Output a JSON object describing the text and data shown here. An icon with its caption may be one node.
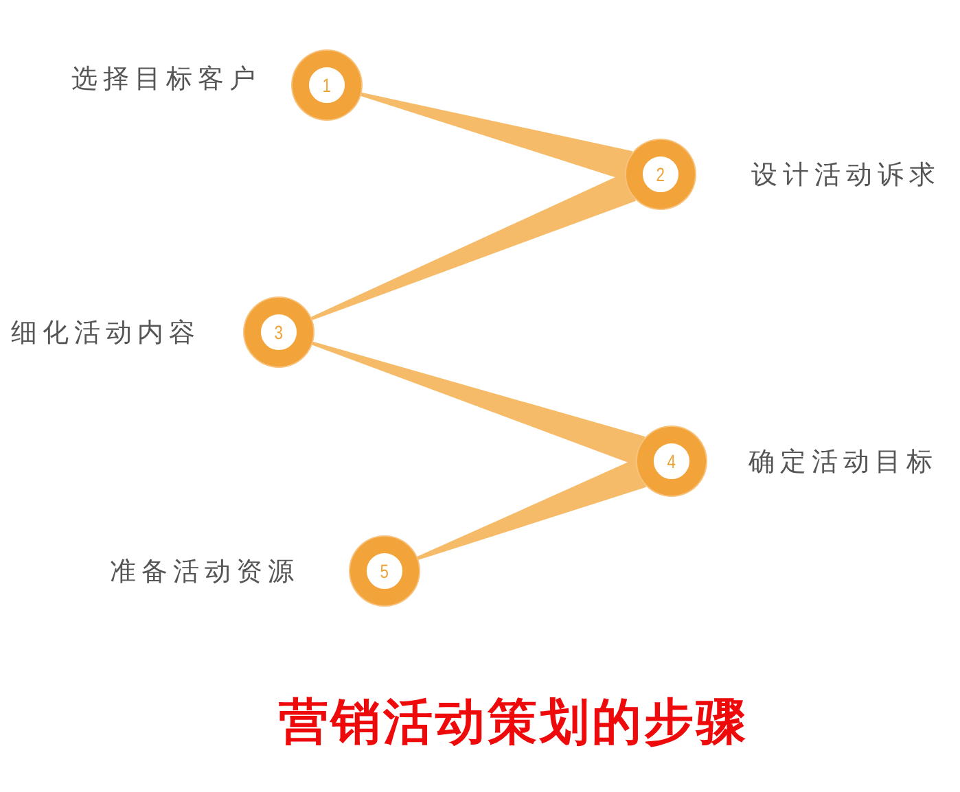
{
  "diagram": {
    "title": "营销活动策划的步骤",
    "nodes": [
      {
        "text": [
          "1"
        ],
        "beside": [
          "选择目标客户"
        ]
      },
      {
        "text": [
          "2"
        ],
        "beside": [
          "设计活动诉求"
        ]
      },
      {
        "text": [
          "3"
        ],
        "beside": [
          "细化活动内容"
        ]
      },
      {
        "text": [
          "4"
        ],
        "beside": [
          "确定活动目标"
        ]
      },
      {
        "text": [
          "5"
        ],
        "beside": [
          "准备活动资源"
        ]
      }
    ],
    "edges": [
      {
        "from": 0,
        "to": 1,
        "arrow": "none"
      },
      {
        "from": 1,
        "to": 2,
        "arrow": "none"
      },
      {
        "from": 2,
        "to": 3,
        "arrow": "none"
      },
      {
        "from": 3,
        "to": 4,
        "arrow": "none"
      }
    ]
  }
}
